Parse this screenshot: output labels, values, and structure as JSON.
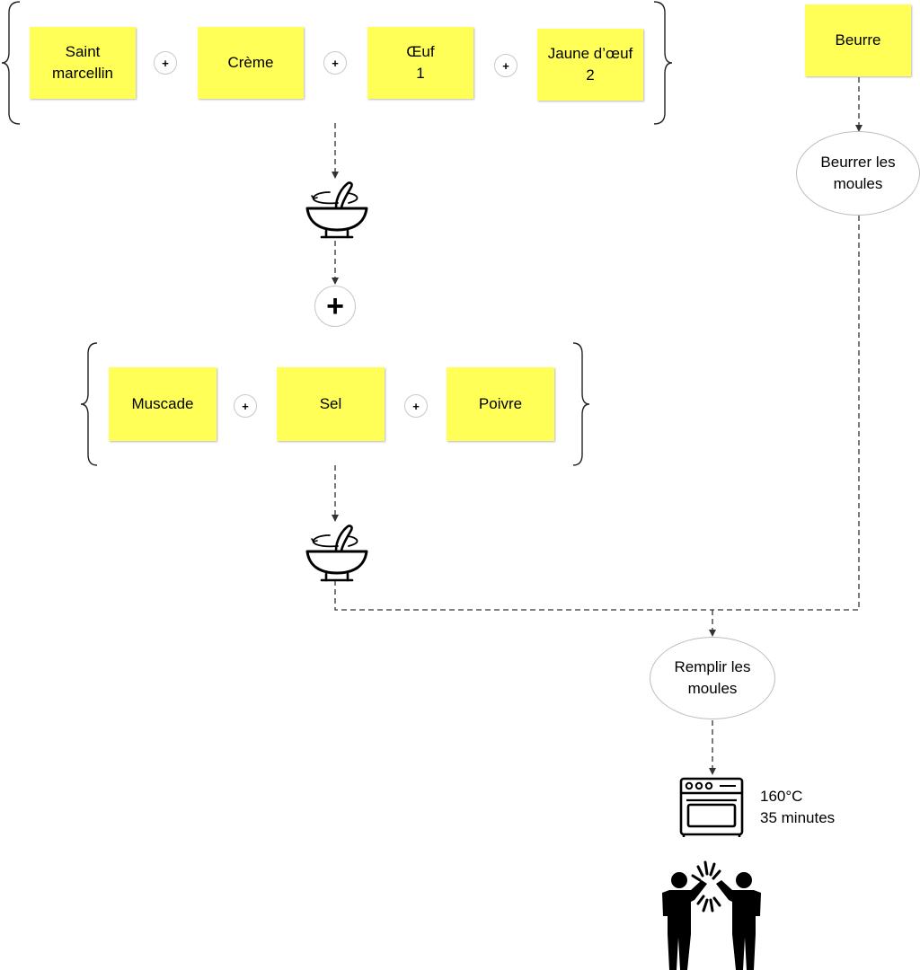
{
  "group1": {
    "ingredients": [
      "Saint\nmarcellin",
      "Crème",
      "Œuf\n1",
      "Jaune d’œuf\n2"
    ],
    "operator": "+"
  },
  "group2": {
    "ingredients": [
      "Muscade",
      "Sel",
      "Poivre"
    ],
    "operator": "+"
  },
  "butter_branch": {
    "ingredient": "Beurre",
    "step": "Beurrer les\nmoules"
  },
  "combine_operator": "+",
  "fill_step": "Remplir les\nmoules",
  "oven": {
    "temperature": "160°C",
    "duration": "35 minutes",
    "label": "160°C\n35 minutes"
  },
  "icons": [
    "bowl-mix-icon",
    "plus-icon",
    "oven-icon",
    "high-five-icon"
  ],
  "colors": {
    "note": "#ffff57",
    "ellipse_border": "#bdbdbd",
    "connector": "#333333"
  }
}
